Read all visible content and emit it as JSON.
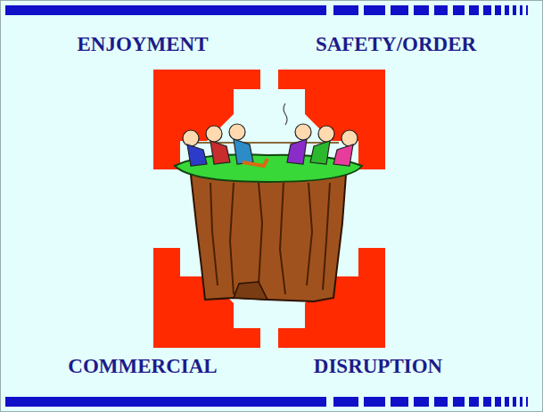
{
  "diagram": {
    "labels": [
      "ENJOYMENT",
      "SAFETY/ORDER",
      "COMMERCIAL",
      "DISRUPTION"
    ]
  }
}
